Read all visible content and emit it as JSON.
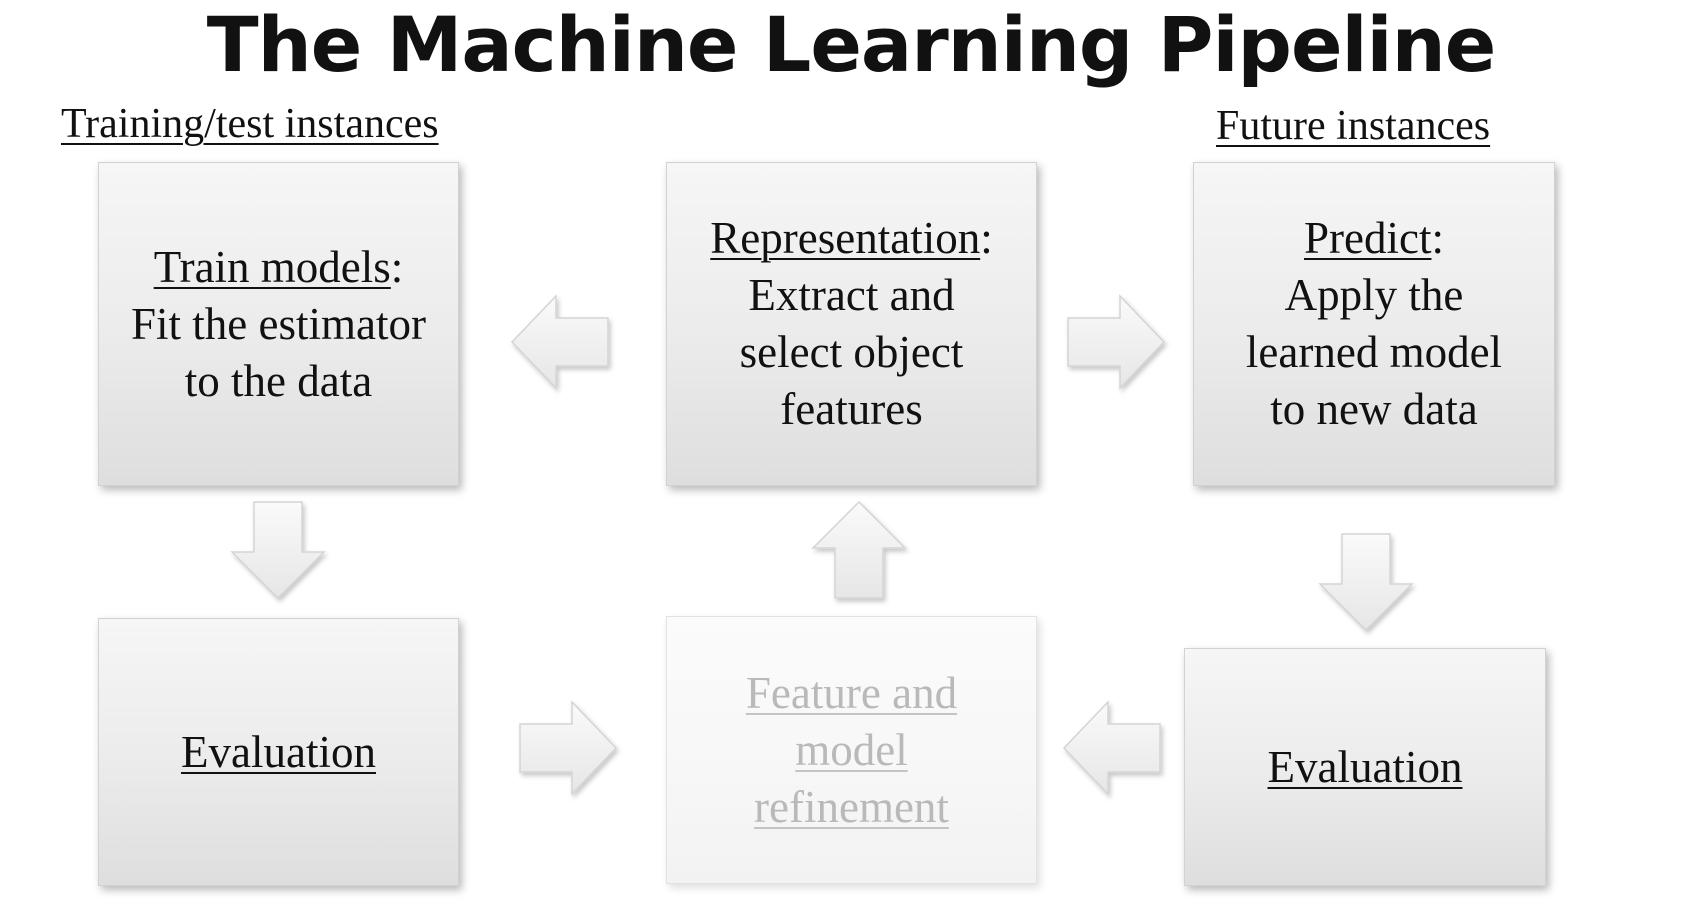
{
  "title": "The Machine Learning Pipeline",
  "sections": {
    "training": "Training/test instances",
    "future": "Future instances"
  },
  "boxes": {
    "train": {
      "heading": "Train models",
      "colon": ":",
      "lines": [
        "Fit the estimator",
        "to the data"
      ]
    },
    "representation": {
      "heading": "Representation",
      "colon": ":",
      "lines": [
        "Extract and",
        "select object",
        "features"
      ]
    },
    "predict": {
      "heading": "Predict",
      "colon": ":",
      "lines": [
        "Apply the",
        "learned model",
        "to new data"
      ]
    },
    "evaluation_left": {
      "heading": "Evaluation"
    },
    "refinement": {
      "lines": [
        "Feature and",
        "model",
        "refinement"
      ]
    },
    "evaluation_right": {
      "heading": "Evaluation"
    }
  },
  "arrows": [
    {
      "from": "representation",
      "to": "train",
      "direction": "left"
    },
    {
      "from": "representation",
      "to": "predict",
      "direction": "right"
    },
    {
      "from": "train",
      "to": "evaluation_left",
      "direction": "down"
    },
    {
      "from": "refinement",
      "to": "representation",
      "direction": "up"
    },
    {
      "from": "predict",
      "to": "evaluation_right",
      "direction": "down"
    },
    {
      "from": "evaluation_left",
      "to": "refinement",
      "direction": "right"
    },
    {
      "from": "evaluation_right",
      "to": "refinement",
      "direction": "left"
    }
  ],
  "colors": {
    "box_fill": "#ebebeb",
    "faded_text": "#b9b9b9",
    "arrow_fill": "#efefef"
  }
}
